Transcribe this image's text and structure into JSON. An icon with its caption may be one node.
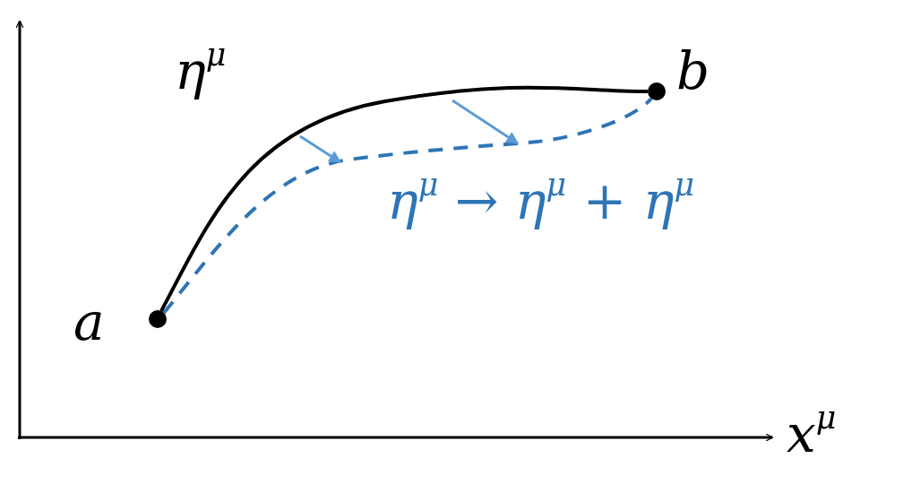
{
  "diagram": {
    "nodes": [
      {
        "text": [],
        "shape": "circle",
        "beside": [
          "a"
        ]
      },
      {
        "text": [],
        "shape": "circle",
        "beside": [
          "b"
        ]
      }
    ],
    "edges": [
      {
        "from": 0,
        "to": 1,
        "arrow": "none"
      },
      {
        "from": 0,
        "to": 1,
        "arrow": "none",
        "style": "dashed",
        "color": "#2e75b6"
      }
    ],
    "labels": [
      "η$^{μ}$",
      "η$^{μ}$ → η$^{μ}$ + η$^{μ}$",
      "x$^{μ}$"
    ]
  }
}
